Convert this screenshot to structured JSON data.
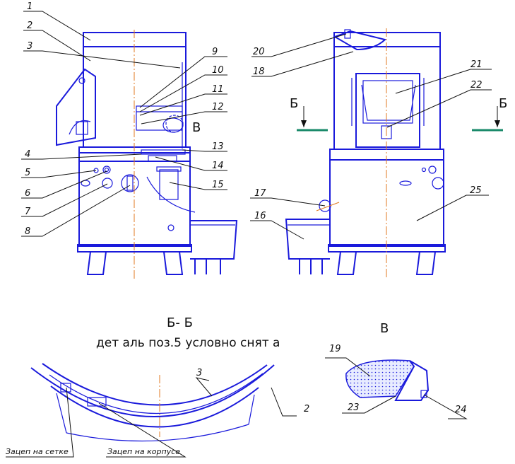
{
  "labels": {
    "n1": "1",
    "n2": "2",
    "n3": "3",
    "n4": "4",
    "n5": "5",
    "n6": "6",
    "n7": "7",
    "n8": "8",
    "n9": "9",
    "n10": "10",
    "n11": "11",
    "n12": "12",
    "n13": "13",
    "n14": "14",
    "n15": "15",
    "n16": "16",
    "n17": "17",
    "n18": "18",
    "n19": "19",
    "n20": "20",
    "n21": "21",
    "n22": "22",
    "n23": "23",
    "n24": "24",
    "n25": "25"
  },
  "views": {
    "section_mark": "Б",
    "detail_mark": "В",
    "section_title": "Б- Б",
    "section_note": "дет аль поз.5 условно снят а",
    "detail_title": "В",
    "section_part_3": "3",
    "section_part_2": "2",
    "detail_part_19": "19",
    "detail_part_23": "23",
    "detail_part_24": "24"
  },
  "notes": {
    "hook_mesh": "Зацеп на сетке",
    "hook_body": "Зацеп на корпусе"
  },
  "colors": {
    "line": "#1a1adb",
    "axis": "#e07a20",
    "floor": "#1a8a6a"
  }
}
